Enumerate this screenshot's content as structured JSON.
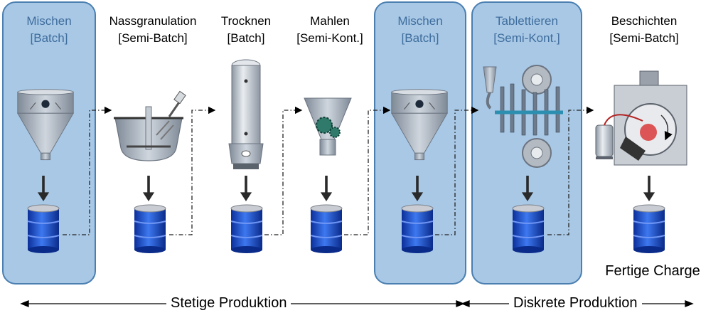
{
  "steps": [
    {
      "name": "Mischen",
      "mode": "[Batch]"
    },
    {
      "name": "Nassgranulation",
      "mode": "[Semi-Batch]"
    },
    {
      "name": "Trocknen",
      "mode": "[Batch]"
    },
    {
      "name": "Mahlen",
      "mode": "[Semi-Kont.]"
    },
    {
      "name": "Mischen",
      "mode": "[Batch]"
    },
    {
      "name": "Tablettieren",
      "mode": "[Semi-Kont.]"
    },
    {
      "name": "Beschichten",
      "mode": "[Semi-Batch]"
    }
  ],
  "final_label": "Fertige Charge",
  "production": {
    "continuous": "Stetige Produktion",
    "discrete": "Diskrete Produktion"
  },
  "colors": {
    "highlight_fill": "#a8c8e6",
    "highlight_stroke": "#4a7fb0",
    "highlight_text": "#3f6d9c",
    "barrel_blue": "#1f4fd0",
    "equipment_gray": "#a9b1bb"
  }
}
